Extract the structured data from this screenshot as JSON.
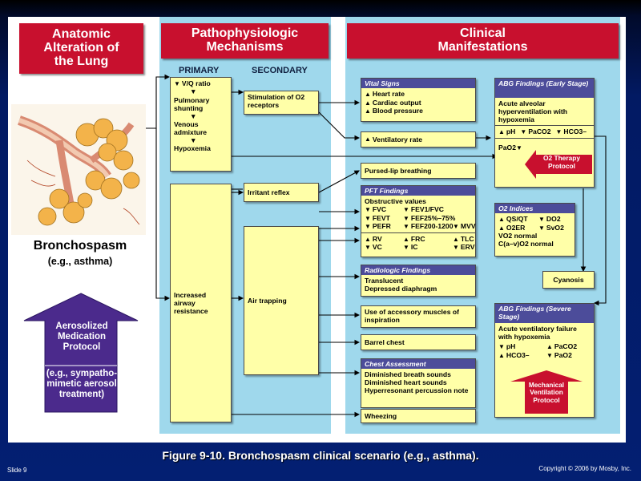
{
  "headers": {
    "anatomic": "Anatomic Alteration of the Lung",
    "patho": "Pathophysiologic Mechanisms",
    "clinical": "Clinical Manifestations"
  },
  "columns": {
    "primary": "PRIMARY",
    "secondary": "SECONDARY"
  },
  "primary_box": {
    "vq": "V/Q ratio",
    "shunt": "Pulmonary shunting",
    "venous": "Venous admixture",
    "hypox": "Hypoxemia"
  },
  "secondary": {
    "stim": "Stimulation of O2 receptors",
    "irritant": "Irritant reflex",
    "airtrap": "Air trapping"
  },
  "airway": "Increased airway resistance",
  "vital": {
    "title": "Vital Signs",
    "items": [
      "Heart rate",
      "Cardiac output",
      "Blood pressure"
    ]
  },
  "vent_rate": "Ventilatory rate",
  "pursed": "Pursed-lip breathing",
  "pft": {
    "title": "PFT Findings",
    "sub": "Obstructive values",
    "row1": [
      "FVC",
      "FEV1/FVC",
      ""
    ],
    "row2": [
      "FEVT",
      "FEF25%–75%",
      ""
    ],
    "row3": [
      "PEFR",
      "FEF200-1200",
      "MVV"
    ],
    "row4": [
      "RV",
      "FRC",
      "TLC"
    ],
    "row5": [
      "VC",
      "IC",
      "ERV"
    ]
  },
  "radio": {
    "title": "Radiologic Findings",
    "items": [
      "Translucent",
      "Depressed diaphragm"
    ]
  },
  "accessory": "Use of accessory muscles of inspiration",
  "barrel": "Barrel chest",
  "chest": {
    "title": "Chest Assessment",
    "items": [
      "Diminished breath sounds",
      "Diminished heart sounds",
      "Hyperresonant percussion note"
    ]
  },
  "wheezing": "Wheezing",
  "abg_early": {
    "title": "ABG Findings (Early Stage)",
    "desc": "Acute alveolar hyperventilation with hypoxemia",
    "vals": [
      "pH",
      "PaCO2",
      "HCO3–"
    ],
    "pao2": "PaO2",
    "o2_therapy": "O2 Therapy Protocol"
  },
  "o2_indices": {
    "title": "O2 Indices",
    "items": [
      "QS/QT",
      "DO2",
      "O2ER",
      "SvO2",
      "VO2 normal",
      "C(a–v)O2 normal"
    ]
  },
  "cyanosis": "Cyanosis",
  "abg_severe": {
    "title": "ABG Findings (Severe Stage)",
    "desc": "Acute ventilatory failure with hypoxemia",
    "vals": [
      "pH",
      "PaCO2",
      "HCO3–",
      "PaO2"
    ],
    "mech": "Mechanical Ventilation Protocol"
  },
  "condition": {
    "name": "Bronchospasm",
    "example": "(e.g., asthma)"
  },
  "aerosol": {
    "title": "Aerosolized Medication Protocol",
    "example": "(e.g., sympatho-mimetic aerosol treatment)"
  },
  "caption": "Figure 9-10. Bronchospasm clinical scenario (e.g., asthma).",
  "slide_label": "Slide 9",
  "copyright": "Copyright © 2006 by Mosby, Inc.",
  "colors": {
    "header_red": "#c8102e",
    "band_blue": "#9fd8ec",
    "box_yellow": "#ffffa8",
    "purple": "#4b2a8c",
    "title_purple": "#4c4c9a"
  }
}
